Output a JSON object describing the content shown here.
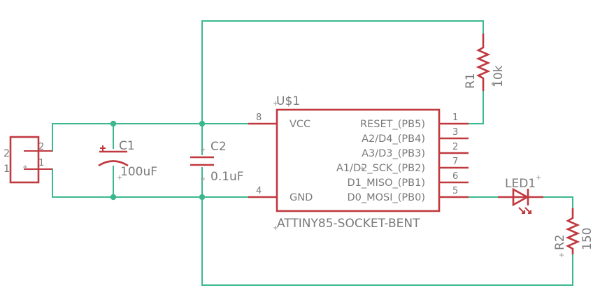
{
  "colors": {
    "wire": "#3cb88f",
    "symbol": "#c0393f",
    "text": "#7a7a7a",
    "background": "#ffffff"
  },
  "connector": {
    "pin_2": "2",
    "pin_1": "1",
    "pin_2_inner": "2",
    "pin_1_inner": "1"
  },
  "c1": {
    "name": "C1",
    "value": "100uF"
  },
  "c2": {
    "name": "C2",
    "value": "0.1uF"
  },
  "r1": {
    "name": "R1",
    "value": "10k"
  },
  "r2": {
    "name": "R2",
    "value": "150"
  },
  "led1": {
    "name": "LED1"
  },
  "u1": {
    "name": "U$1",
    "value": "ATTINY85-SOCKET-BENT",
    "left_pins": [
      {
        "num": "8",
        "name": "VCC"
      },
      {
        "num": "4",
        "name": "GND"
      }
    ],
    "right_pins": [
      {
        "num": "1",
        "name": "RESET_(PB5)"
      },
      {
        "num": "3",
        "name": "A2/D4_(PB4)"
      },
      {
        "num": "2",
        "name": "A3/D3_(PB3)"
      },
      {
        "num": "7",
        "name": "A1/D2_SCK_(PB2)"
      },
      {
        "num": "6",
        "name": "D1_MISO_(PB1)"
      },
      {
        "num": "5",
        "name": "D0_MOSI_(PB0)"
      }
    ]
  }
}
